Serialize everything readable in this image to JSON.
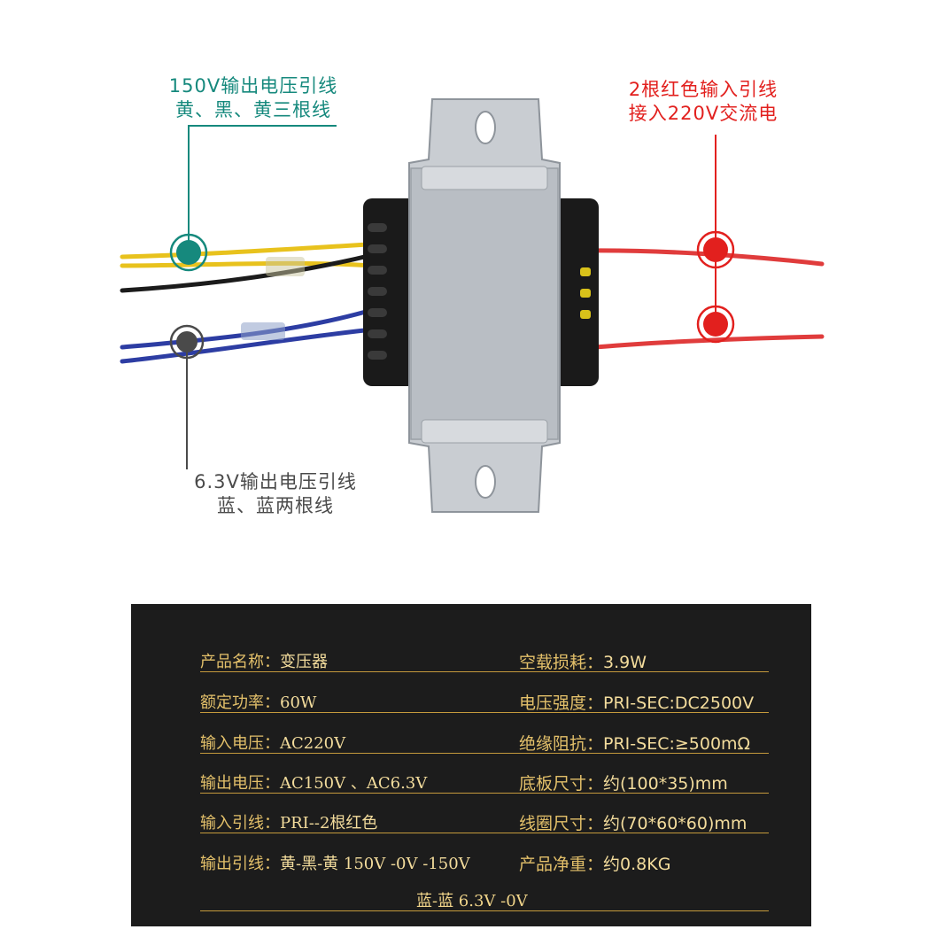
{
  "callouts": {
    "teal": {
      "line1": "150V输出电压引线",
      "line2": "黄、黑、黄三根线",
      "color": "#16897d"
    },
    "red": {
      "line1": "2根红色输入引线",
      "line2": "接入220V交流电",
      "color": "#e2201e"
    },
    "gray": {
      "line1": "6.3V输出电压引线",
      "line2": "蓝、蓝两根线",
      "color": "#4a4a4a"
    }
  },
  "specs": {
    "rows": [
      {
        "left_label": "产品名称：",
        "left_value": "变压器",
        "right_label": "空载损耗：",
        "right_value": "3.9W"
      },
      {
        "left_label": "额定功率：",
        "left_value": "60W",
        "right_label": "电压强度：",
        "right_value": "PRI-SEC:DC2500V"
      },
      {
        "left_label": "输入电压：",
        "left_value": "AC220V",
        "right_label": "绝缘阻抗：",
        "right_value": "PRI-SEC:≥500mΩ"
      },
      {
        "left_label": "输出电压：",
        "left_value": "AC150V 、AC6.3V",
        "right_label": "底板尺寸：",
        "right_value": "约(100*35)mm"
      },
      {
        "left_label": "输入引线：",
        "left_value": "PRI--2根红色",
        "right_label": "线圈尺寸：",
        "right_value": "约(70*60*60)mm"
      },
      {
        "left_label": "输出引线：",
        "left_value": "黄-黑-黄 150V -0V -150V",
        "right_label": "产品净重：",
        "right_value": "约0.8KG"
      }
    ],
    "extra_line": "蓝-蓝 6.3V -0V",
    "text_color": "#f1d58a",
    "line_color": "#c59a3c",
    "background": "#1c1c1c"
  }
}
